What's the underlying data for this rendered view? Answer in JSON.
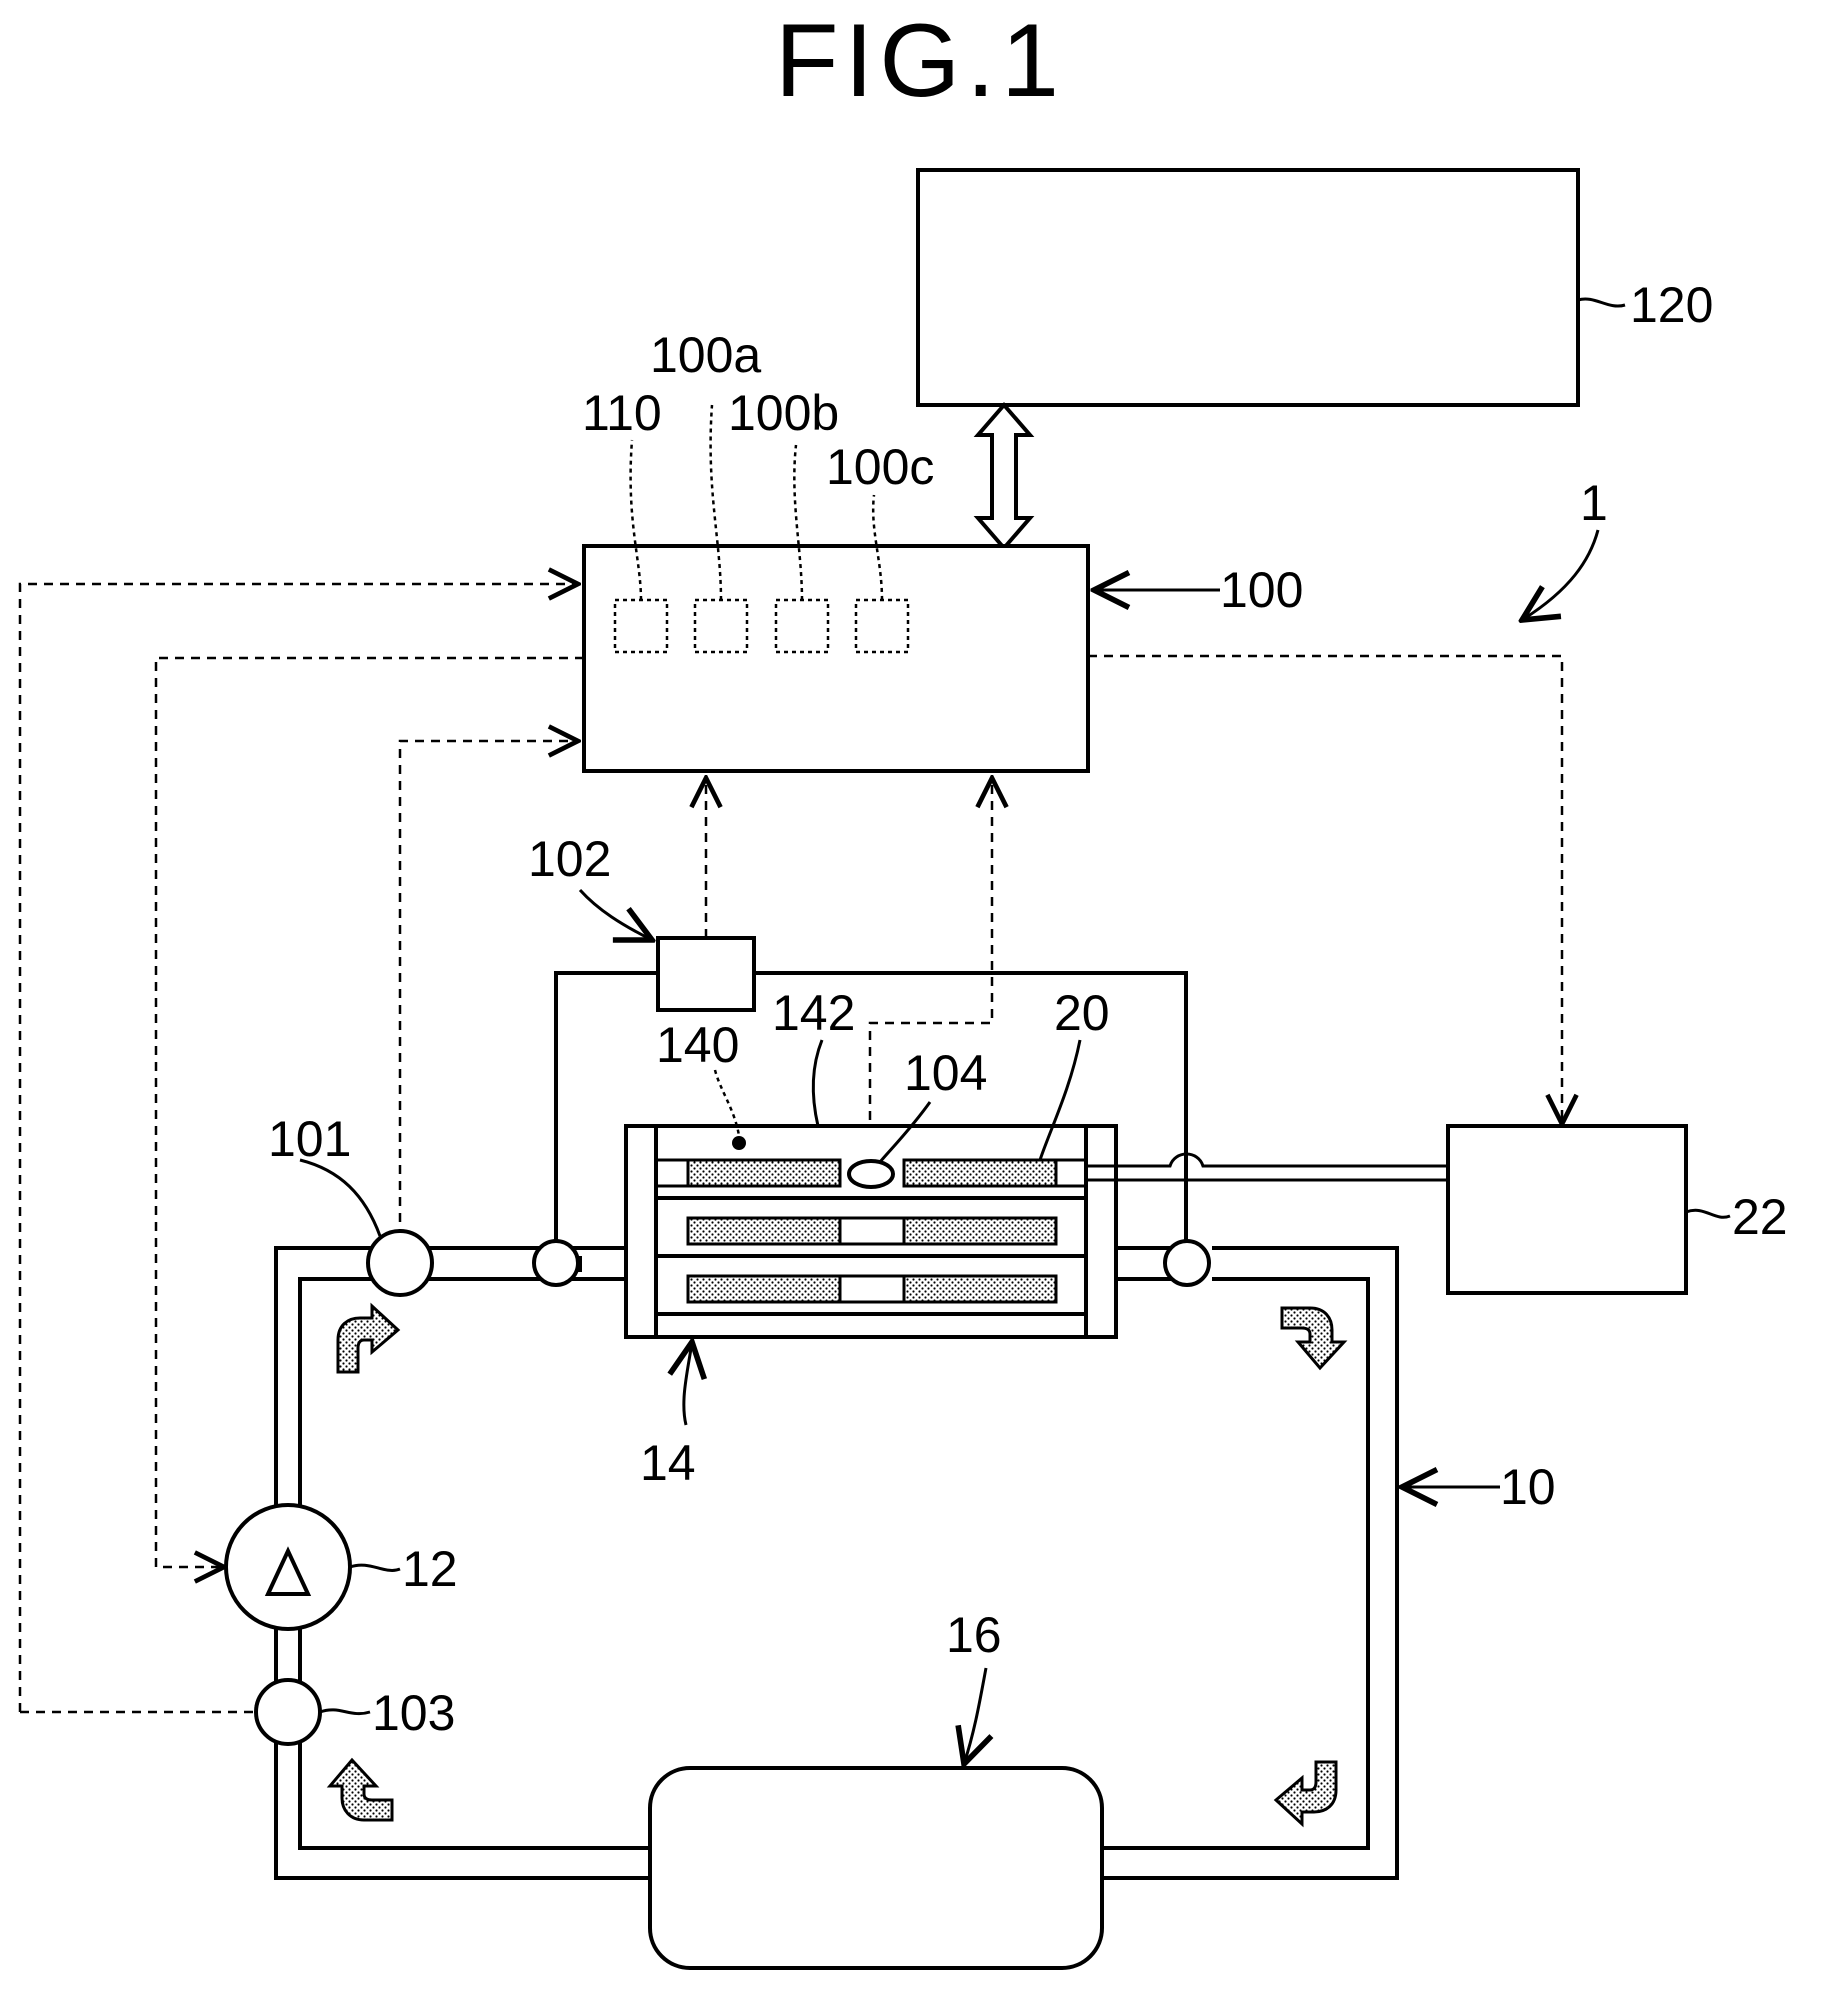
{
  "figure": {
    "title": "FIG.1"
  },
  "labels": {
    "system": "1",
    "circuit": "10",
    "pump": "12",
    "exchanger": "14",
    "tank": "16",
    "element": "20",
    "unit_22": "22",
    "controller": "100",
    "controller_a": "100a",
    "controller_b": "100b",
    "controller_c": "100c",
    "sensor_101": "101",
    "sensor_102": "102",
    "sensor_103": "103",
    "sensor_104": "104",
    "memory_110": "110",
    "host_120": "120",
    "point_140": "140",
    "plate_142": "142"
  }
}
